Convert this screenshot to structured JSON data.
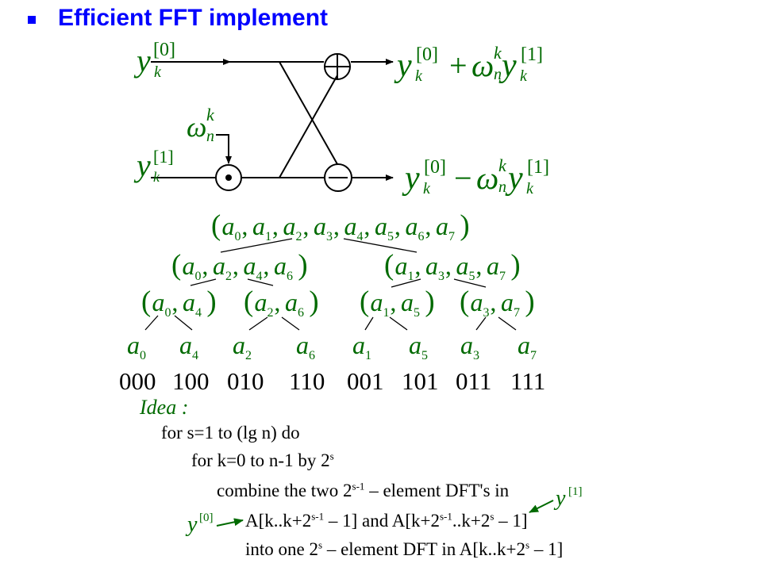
{
  "title": "Efficient FFT implement",
  "colors": {
    "title": "#0000ff",
    "bullet": "#0000ff",
    "green": "#006a00",
    "black": "#000000"
  },
  "butterfly": {
    "input_top": {
      "var": "y",
      "sub": "k",
      "sup": "[0]"
    },
    "input_bottom": {
      "var": "y",
      "sub": "k",
      "sup": "[1]"
    },
    "twiddle": {
      "var": "ω",
      "sub": "n",
      "sup": "k"
    },
    "output_top": {
      "y0": "y",
      "sub_k": "k",
      "sup0": "[0]",
      "op": "+",
      "w": "ω",
      "wsub": "n",
      "wsup": "k",
      "y1": "y",
      "sup1": "[1]"
    },
    "output_bottom": {
      "y0": "y",
      "sub_k": "k",
      "sup0": "[0]",
      "op": "−",
      "w": "ω",
      "wsub": "n",
      "wsup": "k",
      "y1": "y",
      "sup1": "[1]"
    },
    "adder_icon": "plus-circle-icon",
    "subtractor_icon": "minus-circle-icon",
    "multiplier_icon": "dot-circle-icon"
  },
  "tree": {
    "root": {
      "lp": "(",
      "rp": ")",
      "items": [
        "0",
        "1",
        "2",
        "3",
        "4",
        "5",
        "6",
        "7"
      ]
    },
    "level1": [
      {
        "lp": "(",
        "rp": ")",
        "items": [
          "0",
          "2",
          "4",
          "6"
        ]
      },
      {
        "lp": "(",
        "rp": ")",
        "items": [
          "1",
          "3",
          "5",
          "7"
        ]
      }
    ],
    "level2": [
      {
        "lp": "(",
        "rp": ")",
        "items": [
          "0",
          "4"
        ]
      },
      {
        "lp": "(",
        "rp": ")",
        "items": [
          "2",
          "6"
        ]
      },
      {
        "lp": "(",
        "rp": ")",
        "items": [
          "1",
          "5"
        ]
      },
      {
        "lp": "(",
        "rp": ")",
        "items": [
          "3",
          "7"
        ]
      }
    ],
    "leaves": [
      "0",
      "4",
      "2",
      "6",
      "1",
      "5",
      "3",
      "7"
    ],
    "var": "a",
    "sep": ",",
    "bits": [
      "000",
      "100",
      "010",
      "110",
      "001",
      "101",
      "011",
      "111"
    ]
  },
  "idea": {
    "label": "Idea :",
    "line1": "for s=1 to (lg n) do",
    "line2_pre": "for k=0 to n-1 by 2",
    "line2_sup": "s",
    "line3_pre": "combine the two 2",
    "line3_sup": "s-1",
    "line3_post": " – element DFT's in",
    "line4_a": "A[k..k+2",
    "line4_sup1": "s-1",
    "line4_b": " – 1] and A[k+2",
    "line4_sup2": "s-1",
    "line4_c": "..k+2",
    "line4_sup3": "s",
    "line4_d": " – 1]",
    "line5_a": "into one 2",
    "line5_sup1": "s",
    "line5_b": " – element DFT in  A[k..k+2",
    "line5_sup2": "s",
    "line5_c": " – 1]",
    "note_y0": {
      "var": "y",
      "sup": "[0]"
    },
    "note_y1": {
      "var": "y",
      "sup": "[1]"
    }
  }
}
